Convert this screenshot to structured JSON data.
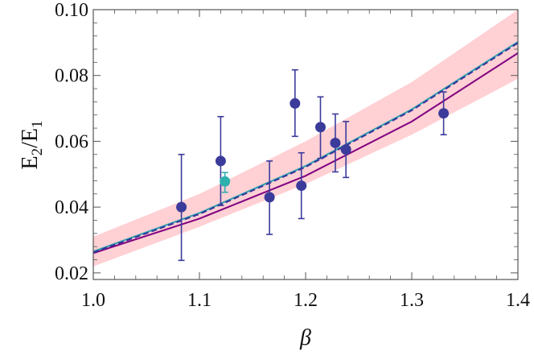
{
  "chart_data": {
    "type": "scatter",
    "title": "",
    "xlabel": "β",
    "ylabel": "E2/E1",
    "ylabel_main": "E",
    "ylabel_sub1": "2",
    "ylabel_sep": "/E",
    "ylabel_sub2": "1",
    "xlim": [
      1.0,
      1.4
    ],
    "ylim": [
      0.018,
      0.1
    ],
    "xticks": [
      1.0,
      1.1,
      1.2,
      1.3,
      1.4
    ],
    "xtick_labels": [
      "1.0",
      "1.1",
      "1.2",
      "1.3",
      "1.4"
    ],
    "yticks": [
      0.02,
      0.04,
      0.06,
      0.08,
      0.1
    ],
    "ytick_labels": [
      "0.02",
      "0.04",
      "0.06",
      "0.08",
      "0.10"
    ],
    "grid": false,
    "band": {
      "color": "#ffc8cc",
      "x": [
        1.0,
        1.1,
        1.2,
        1.3,
        1.4
      ],
      "lower": [
        0.022,
        0.034,
        0.047,
        0.062,
        0.079
      ],
      "upper": [
        0.031,
        0.044,
        0.06,
        0.078,
        0.1
      ]
    },
    "lines": [
      {
        "color": "#800080",
        "dashed": false,
        "x": [
          1.0,
          1.1,
          1.2,
          1.3,
          1.4
        ],
        "y": [
          0.026,
          0.0365,
          0.0495,
          0.066,
          0.0868
        ]
      },
      {
        "color": "#2aa0b0",
        "dashed": false,
        "x": [
          1.0,
          1.1,
          1.2,
          1.3,
          1.4
        ],
        "y": [
          0.0265,
          0.0382,
          0.0525,
          0.0697,
          0.0902
        ]
      },
      {
        "color": "#333399",
        "dashed": true,
        "x": [
          1.0,
          1.1,
          1.2,
          1.3,
          1.4
        ],
        "y": [
          0.0262,
          0.0379,
          0.0522,
          0.0694,
          0.0899
        ]
      }
    ],
    "series": [
      {
        "color": "#3b3b9b",
        "points": [
          {
            "x": 1.083,
            "y": 0.04,
            "ylo": 0.0238,
            "yhi": 0.056
          },
          {
            "x": 1.12,
            "y": 0.054,
            "ylo": 0.0405,
            "yhi": 0.0675
          },
          {
            "x": 1.166,
            "y": 0.043,
            "ylo": 0.0317,
            "yhi": 0.054
          },
          {
            "x": 1.19,
            "y": 0.0715,
            "ylo": 0.0615,
            "yhi": 0.0817
          },
          {
            "x": 1.196,
            "y": 0.0465,
            "ylo": 0.0365,
            "yhi": 0.0565
          },
          {
            "x": 1.214,
            "y": 0.0643,
            "ylo": 0.0548,
            "yhi": 0.0735
          },
          {
            "x": 1.228,
            "y": 0.0595,
            "ylo": 0.0507,
            "yhi": 0.0683
          },
          {
            "x": 1.238,
            "y": 0.0575,
            "ylo": 0.049,
            "yhi": 0.066
          },
          {
            "x": 1.33,
            "y": 0.0685,
            "ylo": 0.062,
            "yhi": 0.075
          }
        ]
      },
      {
        "color": "#2fb0ad",
        "points": [
          {
            "x": 1.124,
            "y": 0.0478,
            "ylo": 0.0445,
            "yhi": 0.0505
          }
        ]
      }
    ]
  }
}
